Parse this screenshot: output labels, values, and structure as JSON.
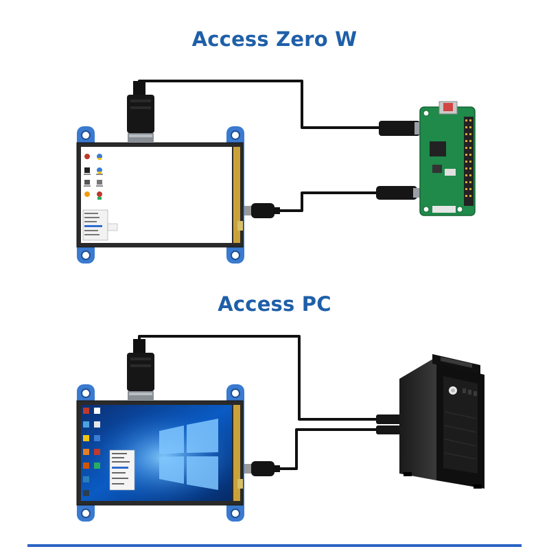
{
  "sections": [
    {
      "title": "Access Zero W",
      "device": "Raspberry Pi Zero W",
      "desktop": "raspbian"
    },
    {
      "title": "Access PC",
      "device": "PC tower",
      "desktop": "windows10"
    }
  ],
  "colors": {
    "title": "#1f5fa8",
    "bracket": "#3a7ad0",
    "cable": "#111111",
    "pcb": "#1f8a4a",
    "win_blue": "#0a5bc4"
  }
}
